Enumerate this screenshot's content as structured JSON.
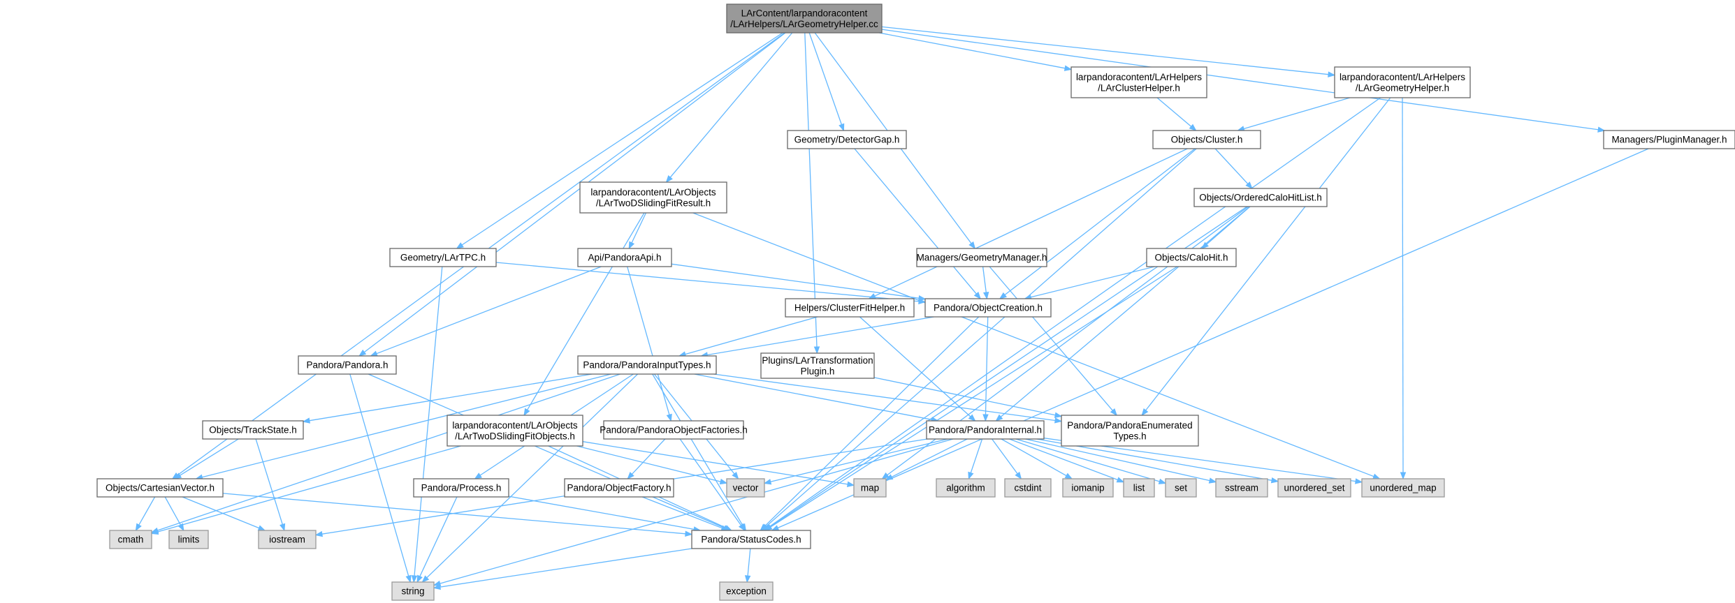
{
  "diagram": {
    "nodes": [
      {
        "id": "root",
        "kind": "root",
        "lines": [
          "LArContent/larpandoracontent",
          "/LArHelpers/LArGeometryHelper.cc"
        ]
      },
      {
        "id": "clusterhelper",
        "kind": "file",
        "lines": [
          "larpandoracontent/LArHelpers",
          "/LArClusterHelper.h"
        ]
      },
      {
        "id": "geomhelper",
        "kind": "file",
        "lines": [
          "larpandoracontent/LArHelpers",
          "/LArGeometryHelper.h"
        ]
      },
      {
        "id": "detectorgap",
        "kind": "file",
        "lines": [
          "Geometry/DetectorGap.h"
        ]
      },
      {
        "id": "cluster",
        "kind": "file",
        "lines": [
          "Objects/Cluster.h"
        ]
      },
      {
        "id": "pluginmgr",
        "kind": "file",
        "lines": [
          "Managers/PluginManager.h"
        ]
      },
      {
        "id": "twodresult",
        "kind": "file",
        "lines": [
          "larpandoracontent/LArObjects",
          "/LArTwoDSlidingFitResult.h"
        ]
      },
      {
        "id": "orderedcalo",
        "kind": "file",
        "lines": [
          "Objects/OrderedCaloHitList.h"
        ]
      },
      {
        "id": "lartpc",
        "kind": "file",
        "lines": [
          "Geometry/LArTPC.h"
        ]
      },
      {
        "id": "pandoraapi",
        "kind": "file",
        "lines": [
          "Api/PandoraApi.h"
        ]
      },
      {
        "id": "geommgr",
        "kind": "file",
        "lines": [
          "Managers/GeometryManager.h"
        ]
      },
      {
        "id": "calohit",
        "kind": "file",
        "lines": [
          "Objects/CaloHit.h"
        ]
      },
      {
        "id": "clusterfit",
        "kind": "file",
        "lines": [
          "Helpers/ClusterFitHelper.h"
        ]
      },
      {
        "id": "objcreation",
        "kind": "file",
        "lines": [
          "Pandora/ObjectCreation.h"
        ]
      },
      {
        "id": "pandora",
        "kind": "file",
        "lines": [
          "Pandora/Pandora.h"
        ]
      },
      {
        "id": "inputtypes",
        "kind": "file",
        "lines": [
          "Pandora/PandoraInputTypes.h"
        ]
      },
      {
        "id": "transfplugin",
        "kind": "file",
        "lines": [
          "Plugins/LArTransformation",
          "Plugin.h"
        ]
      },
      {
        "id": "trackstate",
        "kind": "file",
        "lines": [
          "Objects/TrackState.h"
        ]
      },
      {
        "id": "twodobjects",
        "kind": "file",
        "lines": [
          "larpandoracontent/LArObjects",
          "/LArTwoDSlidingFitObjects.h"
        ]
      },
      {
        "id": "objfactories",
        "kind": "file",
        "lines": [
          "Pandora/PandoraObjectFactories.h"
        ]
      },
      {
        "id": "pinternal",
        "kind": "file",
        "lines": [
          "Pandora/PandoraInternal.h"
        ]
      },
      {
        "id": "penum",
        "kind": "file",
        "lines": [
          "Pandora/PandoraEnumerated",
          "Types.h"
        ]
      },
      {
        "id": "cartvec",
        "kind": "file",
        "lines": [
          "Objects/CartesianVector.h"
        ]
      },
      {
        "id": "process",
        "kind": "file",
        "lines": [
          "Pandora/Process.h"
        ]
      },
      {
        "id": "objfactory",
        "kind": "file",
        "lines": [
          "Pandora/ObjectFactory.h"
        ]
      },
      {
        "id": "vector",
        "kind": "sys",
        "lines": [
          "vector"
        ]
      },
      {
        "id": "map",
        "kind": "sys",
        "lines": [
          "map"
        ]
      },
      {
        "id": "algorithm",
        "kind": "sys",
        "lines": [
          "algorithm"
        ]
      },
      {
        "id": "cstdint",
        "kind": "sys",
        "lines": [
          "cstdint"
        ]
      },
      {
        "id": "iomanip",
        "kind": "sys",
        "lines": [
          "iomanip"
        ]
      },
      {
        "id": "list",
        "kind": "sys",
        "lines": [
          "list"
        ]
      },
      {
        "id": "set",
        "kind": "sys",
        "lines": [
          "set"
        ]
      },
      {
        "id": "sstream",
        "kind": "sys",
        "lines": [
          "sstream"
        ]
      },
      {
        "id": "unordered_set",
        "kind": "sys",
        "lines": [
          "unordered_set"
        ]
      },
      {
        "id": "unordered_map",
        "kind": "sys",
        "lines": [
          "unordered_map"
        ]
      },
      {
        "id": "cmath",
        "kind": "sys",
        "lines": [
          "cmath"
        ]
      },
      {
        "id": "limits",
        "kind": "sys",
        "lines": [
          "limits"
        ]
      },
      {
        "id": "iostream",
        "kind": "sys",
        "lines": [
          "iostream"
        ]
      },
      {
        "id": "statuscodes",
        "kind": "file",
        "lines": [
          "Pandora/StatusCodes.h"
        ]
      },
      {
        "id": "string",
        "kind": "sys",
        "lines": [
          "string"
        ]
      },
      {
        "id": "exception",
        "kind": "sys",
        "lines": [
          "exception"
        ]
      }
    ],
    "edges": [
      [
        "root",
        "clusterhelper"
      ],
      [
        "root",
        "geomhelper"
      ],
      [
        "root",
        "pluginmgr"
      ],
      [
        "root",
        "detectorgap"
      ],
      [
        "root",
        "twodresult"
      ],
      [
        "root",
        "lartpc"
      ],
      [
        "root",
        "geommgr"
      ],
      [
        "root",
        "transfplugin"
      ],
      [
        "root",
        "pandora"
      ],
      [
        "root",
        "cartvec"
      ],
      [
        "clusterhelper",
        "cluster"
      ],
      [
        "geomhelper",
        "cluster"
      ],
      [
        "geomhelper",
        "penum"
      ],
      [
        "geomhelper",
        "unordered_map"
      ],
      [
        "geomhelper",
        "statuscodes"
      ],
      [
        "pluginmgr",
        "statuscodes"
      ],
      [
        "detectorgap",
        "objcreation"
      ],
      [
        "cluster",
        "orderedcalo"
      ],
      [
        "cluster",
        "clusterfit"
      ],
      [
        "cluster",
        "objcreation"
      ],
      [
        "cluster",
        "statuscodes"
      ],
      [
        "orderedcalo",
        "calohit"
      ],
      [
        "orderedcalo",
        "map"
      ],
      [
        "orderedcalo",
        "pinternal"
      ],
      [
        "orderedcalo",
        "statuscodes"
      ],
      [
        "calohit",
        "objcreation"
      ],
      [
        "calohit",
        "statuscodes"
      ],
      [
        "twodresult",
        "pandoraapi"
      ],
      [
        "twodresult",
        "twodobjects"
      ],
      [
        "twodresult",
        "unordered_map"
      ],
      [
        "lartpc",
        "objcreation"
      ],
      [
        "lartpc",
        "string"
      ],
      [
        "pandoraapi",
        "objcreation"
      ],
      [
        "pandoraapi",
        "pandora"
      ],
      [
        "pandoraapi",
        "objfactories"
      ],
      [
        "geommgr",
        "objcreation"
      ],
      [
        "geommgr",
        "penum"
      ],
      [
        "clusterfit",
        "inputtypes"
      ],
      [
        "clusterfit",
        "pinternal"
      ],
      [
        "objcreation",
        "inputtypes"
      ],
      [
        "objcreation",
        "pinternal"
      ],
      [
        "objcreation",
        "statuscodes"
      ],
      [
        "pandora",
        "statuscodes"
      ],
      [
        "pandora",
        "string"
      ],
      [
        "inputtypes",
        "cartvec"
      ],
      [
        "inputtypes",
        "trackstate"
      ],
      [
        "inputtypes",
        "penum"
      ],
      [
        "inputtypes",
        "pinternal"
      ],
      [
        "inputtypes",
        "process"
      ],
      [
        "inputtypes",
        "vector"
      ],
      [
        "inputtypes",
        "statuscodes"
      ],
      [
        "inputtypes",
        "string"
      ],
      [
        "inputtypes",
        "cmath"
      ],
      [
        "transfplugin",
        "penum"
      ],
      [
        "trackstate",
        "cartvec"
      ],
      [
        "trackstate",
        "iostream"
      ],
      [
        "twodobjects",
        "cmath"
      ],
      [
        "twodobjects",
        "map"
      ],
      [
        "twodobjects",
        "statuscodes"
      ],
      [
        "twodobjects",
        "vector"
      ],
      [
        "objfactories",
        "objfactory"
      ],
      [
        "objfactories",
        "statuscodes"
      ],
      [
        "objfactory",
        "statuscodes"
      ],
      [
        "process",
        "statuscodes"
      ],
      [
        "process",
        "string"
      ],
      [
        "cartvec",
        "cmath"
      ],
      [
        "cartvec",
        "limits"
      ],
      [
        "cartvec",
        "iostream"
      ],
      [
        "cartvec",
        "statuscodes"
      ],
      [
        "pinternal",
        "vector"
      ],
      [
        "pinternal",
        "map"
      ],
      [
        "pinternal",
        "algorithm"
      ],
      [
        "pinternal",
        "cstdint"
      ],
      [
        "pinternal",
        "iomanip"
      ],
      [
        "pinternal",
        "list"
      ],
      [
        "pinternal",
        "set"
      ],
      [
        "pinternal",
        "sstream"
      ],
      [
        "pinternal",
        "unordered_set"
      ],
      [
        "pinternal",
        "unordered_map"
      ],
      [
        "pinternal",
        "iostream"
      ],
      [
        "pinternal",
        "string"
      ],
      [
        "statuscodes",
        "string"
      ],
      [
        "statuscodes",
        "exception"
      ]
    ]
  }
}
